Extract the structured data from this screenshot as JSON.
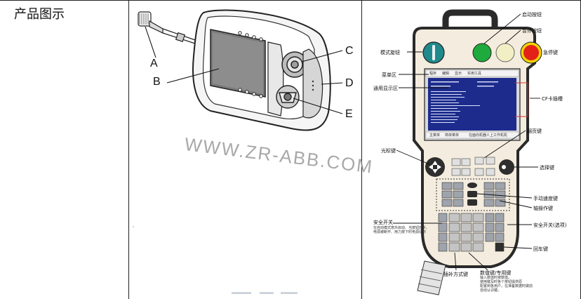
{
  "left_cell": {
    "label": "产品图示"
  },
  "left_figure": {
    "callouts": [
      "A",
      "B",
      "C",
      "D",
      "E"
    ],
    "watermark": "WWW.ZR-ABB.COM"
  },
  "right_figure": {
    "labels": {
      "mode_switch": "模式旋钮",
      "menu_area": "菜单区",
      "general_display": "通用显示区",
      "cursor_key": "光标键",
      "safety_switch": "安全开关",
      "safety_desc": "在自动模式意外启动、当按钮放手、\n电源被断开、用力按下时电源切断",
      "start_button": "启动按钮",
      "pause_button": "暂停按钮",
      "estop_button": "急停键",
      "cf_slot": "CF卡插槽",
      "page_key": "翻页键",
      "select_key": "选择键",
      "manual_speed_key": "手动速度键",
      "axis_key": "轴操作键",
      "safety_switch_opt": "安全开关(选项)",
      "enter_key": "回车键",
      "jog_mode_key": "插补方式键",
      "numeric_key": "数值键/专用键",
      "numeric_desc": "输入数值时按数值。\n使用键及时各个按钮提供原\n配置到各用户，在准备数据时做前\n自动认识键。"
    },
    "screen_text": {
      "top_tabs": [
        "程序",
        "编辑",
        "显示",
        "实用工具"
      ],
      "bottom_tabs": [
        "主菜单",
        "简单菜单"
      ],
      "bottom_hint": "在面向机器人上工作机机"
    }
  },
  "colors": {
    "pendant_body": "#f4eddf",
    "pendant_frame": "#2a2a2a",
    "mode_switch": "#1f8a8c",
    "start_button": "#1eaa3c",
    "pause_button": "#f3efc5",
    "estop_button": "#e32119",
    "estop_ring": "#f2d400",
    "screen": "#1d2c8c",
    "cf_bracket": "#d83232"
  }
}
